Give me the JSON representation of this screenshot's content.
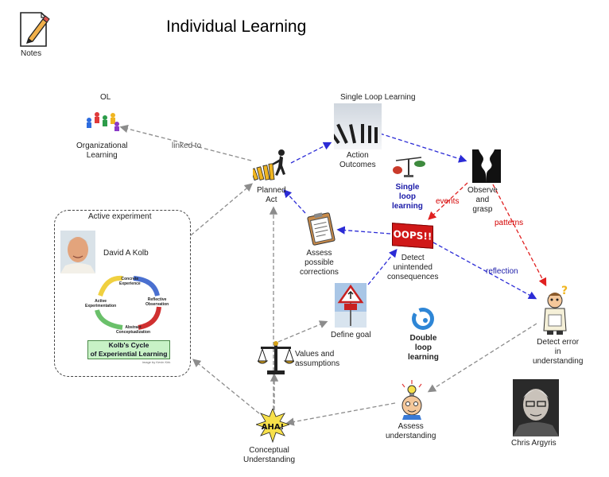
{
  "notes_label": "Notes",
  "title": "Individual Learning",
  "nodes": {
    "ol": "OL",
    "org_learning": "Organizational\nLearning",
    "single_loop_header": "Single Loop Learning",
    "action_outcomes": "Action\nOutcomes",
    "observe": "Observe\nand\ngrasp",
    "single_loop": "Single\nloop\nlearning",
    "planned_act": "Planned\nAct",
    "oops": "OOPS!!",
    "assess_corrections": "Assess\npossible\ncorrections",
    "detect_unintended": "Detect\nunintended\nconsequences",
    "define_goal": "Define goal",
    "double_loop": "Double\nloop\nlearning",
    "detect_error": "Detect error\nin\nunderstanding",
    "values": "Values and\nassumptions",
    "assess_understanding": "Assess\nunderstanding",
    "conceptual": "Conceptual\nUnderstanding",
    "chris": "Chris Argyris",
    "aha": "AHA!"
  },
  "edge_labels": {
    "linked_to": "linked to",
    "events": "events",
    "patterns": "patterns",
    "reflection": "reflection"
  },
  "kolb": {
    "header": "Active experiment",
    "name": "David A Kolb",
    "concrete": "Concrete\nExperience",
    "reflective": "Reflective\nObservation",
    "abstract": "Abstract\nConceptualization",
    "active": "Active\nExperimentation",
    "banner": "Kolb's Cycle\nof Experiential Learning",
    "credit": "image by Kevin Kirk"
  },
  "colors": {
    "gray_arrow": "#8c8c8c",
    "blue_arrow": "#2b2bd6",
    "red_arrow": "#e02020",
    "label_blue": "#1a1aa8",
    "label_red": "#d40000"
  }
}
